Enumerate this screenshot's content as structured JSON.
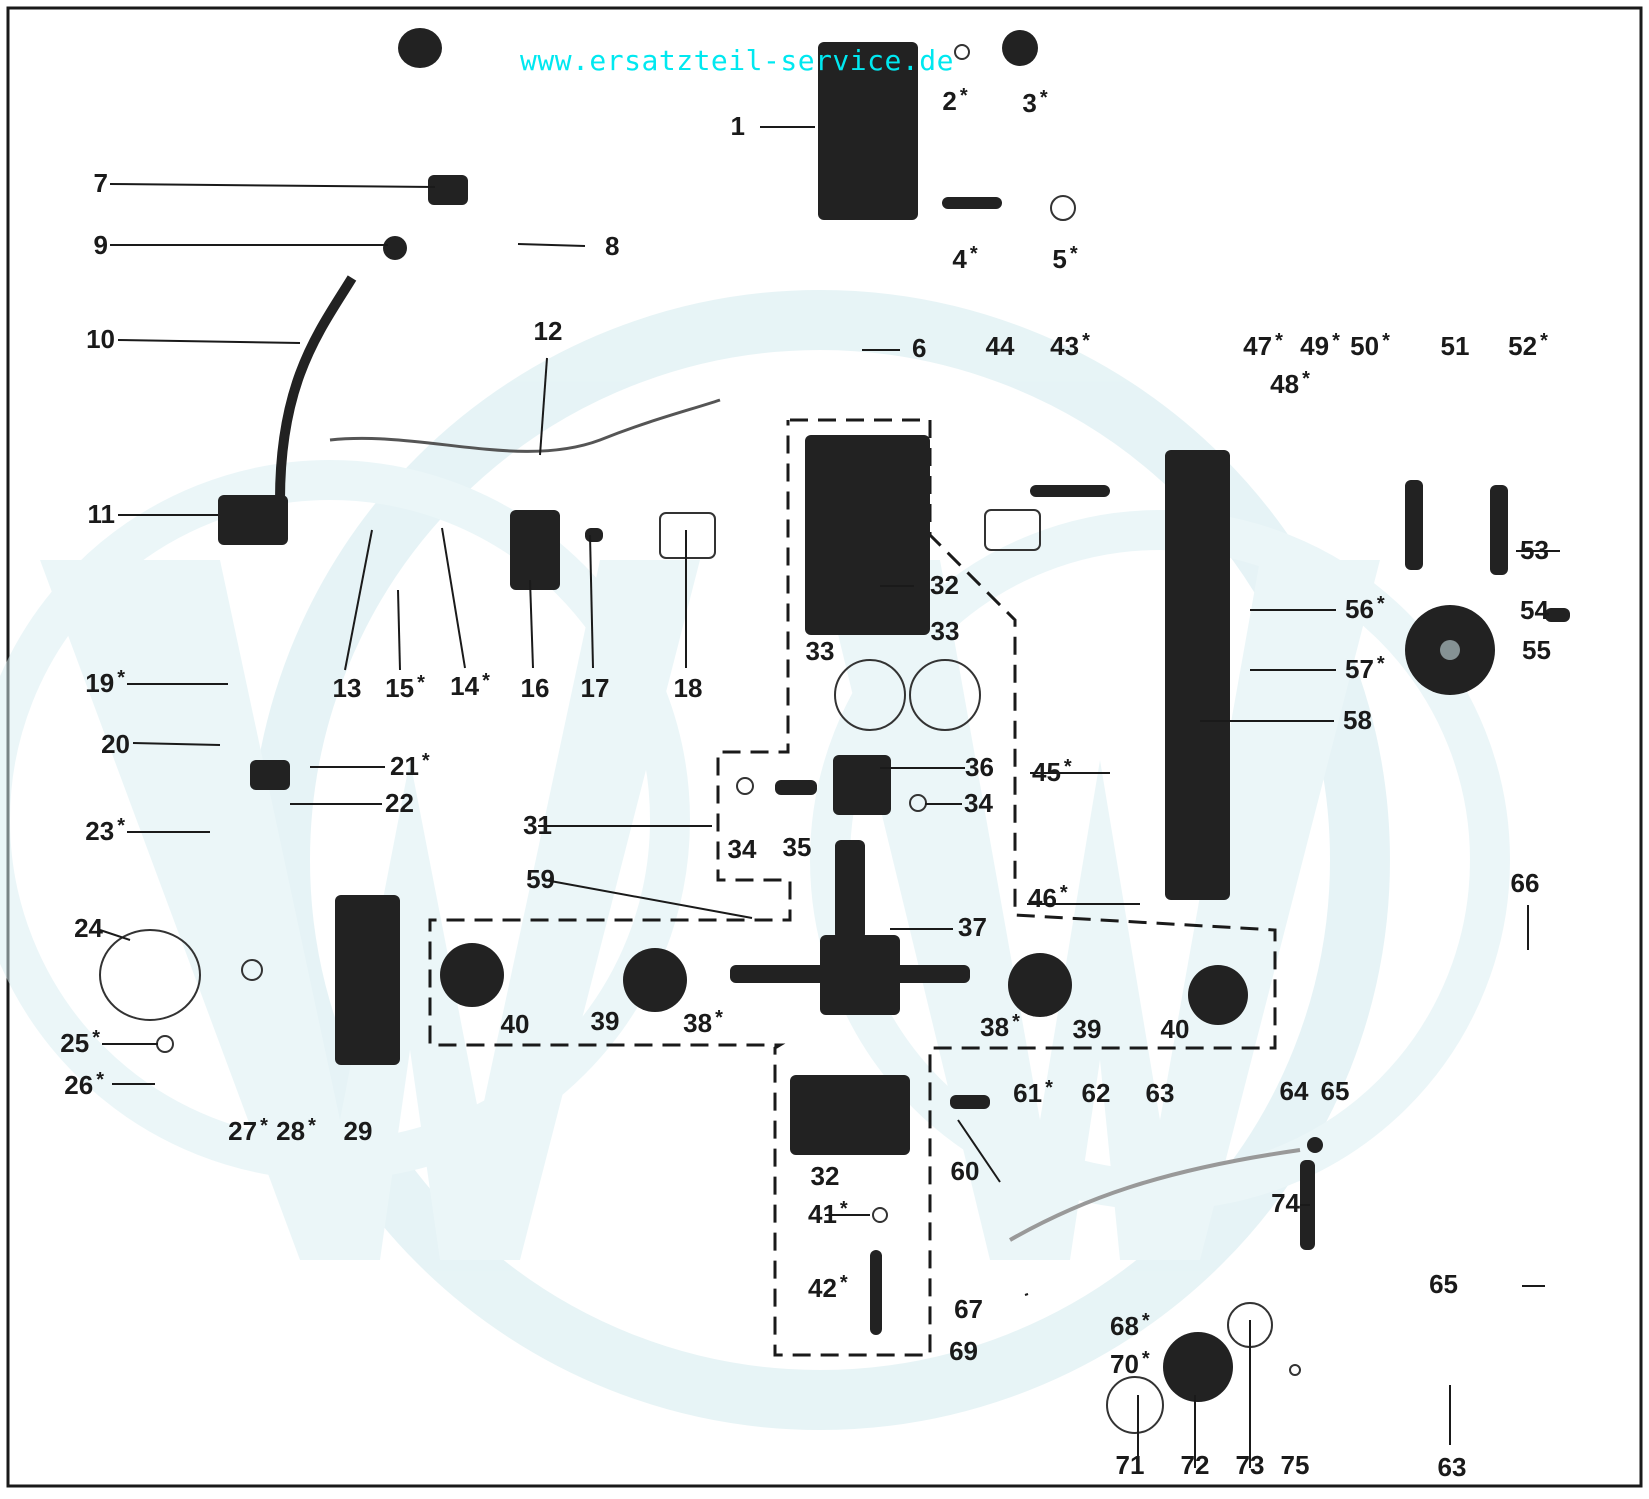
{
  "watermark": "www.ersatzteil-service.de",
  "labels": [
    {
      "id": "1",
      "text": "1",
      "star": false
    },
    {
      "id": "2",
      "text": "2",
      "star": true
    },
    {
      "id": "3",
      "text": "3",
      "star": true
    },
    {
      "id": "4",
      "text": "4",
      "star": true
    },
    {
      "id": "5",
      "text": "5",
      "star": true
    },
    {
      "id": "6",
      "text": "6",
      "star": false
    },
    {
      "id": "7",
      "text": "7",
      "star": false
    },
    {
      "id": "8",
      "text": "8",
      "star": false
    },
    {
      "id": "9",
      "text": "9",
      "star": false
    },
    {
      "id": "10",
      "text": "10",
      "star": false
    },
    {
      "id": "11",
      "text": "11",
      "star": false
    },
    {
      "id": "12",
      "text": "12",
      "star": false
    },
    {
      "id": "13",
      "text": "13",
      "star": false
    },
    {
      "id": "14",
      "text": "14",
      "star": true
    },
    {
      "id": "15",
      "text": "15",
      "star": true
    },
    {
      "id": "16",
      "text": "16",
      "star": false
    },
    {
      "id": "17",
      "text": "17",
      "star": false
    },
    {
      "id": "18",
      "text": "18",
      "star": false
    },
    {
      "id": "19",
      "text": "19",
      "star": true
    },
    {
      "id": "20",
      "text": "20",
      "star": false
    },
    {
      "id": "21",
      "text": "21",
      "star": true
    },
    {
      "id": "22",
      "text": "22",
      "star": false
    },
    {
      "id": "23",
      "text": "23",
      "star": true
    },
    {
      "id": "24",
      "text": "24",
      "star": false
    },
    {
      "id": "25",
      "text": "25",
      "star": true
    },
    {
      "id": "26",
      "text": "26",
      "star": true
    },
    {
      "id": "27",
      "text": "27",
      "star": true
    },
    {
      "id": "28",
      "text": "28",
      "star": true
    },
    {
      "id": "29",
      "text": "29",
      "star": false
    },
    {
      "id": "31",
      "text": "31",
      "star": false
    },
    {
      "id": "32a",
      "text": "32",
      "star": false
    },
    {
      "id": "32b",
      "text": "32",
      "star": false
    },
    {
      "id": "33a",
      "text": "33",
      "star": false
    },
    {
      "id": "33b",
      "text": "33",
      "star": false
    },
    {
      "id": "34a",
      "text": "34",
      "star": false
    },
    {
      "id": "34b",
      "text": "34",
      "star": false
    },
    {
      "id": "35",
      "text": "35",
      "star": false
    },
    {
      "id": "36",
      "text": "36",
      "star": false
    },
    {
      "id": "37",
      "text": "37",
      "star": false
    },
    {
      "id": "38a",
      "text": "38",
      "star": true
    },
    {
      "id": "38b",
      "text": "38",
      "star": true
    },
    {
      "id": "39a",
      "text": "39",
      "star": false
    },
    {
      "id": "39b",
      "text": "39",
      "star": false
    },
    {
      "id": "40a",
      "text": "40",
      "star": false
    },
    {
      "id": "40b",
      "text": "40",
      "star": false
    },
    {
      "id": "41",
      "text": "41",
      "star": true
    },
    {
      "id": "42",
      "text": "42",
      "star": true
    },
    {
      "id": "43",
      "text": "43",
      "star": true
    },
    {
      "id": "44",
      "text": "44",
      "star": false
    },
    {
      "id": "45",
      "text": "45",
      "star": true
    },
    {
      "id": "46",
      "text": "46",
      "star": true
    },
    {
      "id": "47",
      "text": "47",
      "star": true
    },
    {
      "id": "48",
      "text": "48",
      "star": true
    },
    {
      "id": "49",
      "text": "49",
      "star": true
    },
    {
      "id": "50",
      "text": "50",
      "star": true
    },
    {
      "id": "51",
      "text": "51",
      "star": false
    },
    {
      "id": "52",
      "text": "52",
      "star": true
    },
    {
      "id": "53",
      "text": "53",
      "star": false
    },
    {
      "id": "54",
      "text": "54",
      "star": false
    },
    {
      "id": "55",
      "text": "55",
      "star": false
    },
    {
      "id": "56",
      "text": "56",
      "star": true
    },
    {
      "id": "57",
      "text": "57",
      "star": true
    },
    {
      "id": "58",
      "text": "58",
      "star": false
    },
    {
      "id": "59",
      "text": "59",
      "star": false
    },
    {
      "id": "60",
      "text": "60",
      "star": false
    },
    {
      "id": "61",
      "text": "61",
      "star": true
    },
    {
      "id": "62",
      "text": "62",
      "star": false
    },
    {
      "id": "63a",
      "text": "63",
      "star": false
    },
    {
      "id": "63b",
      "text": "63",
      "star": false
    },
    {
      "id": "64",
      "text": "64",
      "star": false
    },
    {
      "id": "65a",
      "text": "65",
      "star": false
    },
    {
      "id": "65b",
      "text": "65",
      "star": false
    },
    {
      "id": "66",
      "text": "66",
      "star": false
    },
    {
      "id": "67",
      "text": "67",
      "star": false
    },
    {
      "id": "68",
      "text": "68",
      "star": true
    },
    {
      "id": "69",
      "text": "69",
      "star": false
    },
    {
      "id": "70",
      "text": "70",
      "star": true
    },
    {
      "id": "71",
      "text": "71",
      "star": false
    },
    {
      "id": "72",
      "text": "72",
      "star": false
    },
    {
      "id": "73",
      "text": "73",
      "star": false
    },
    {
      "id": "74",
      "text": "74",
      "star": false
    },
    {
      "id": "75",
      "text": "75",
      "star": false
    }
  ],
  "star_symbol": "*"
}
